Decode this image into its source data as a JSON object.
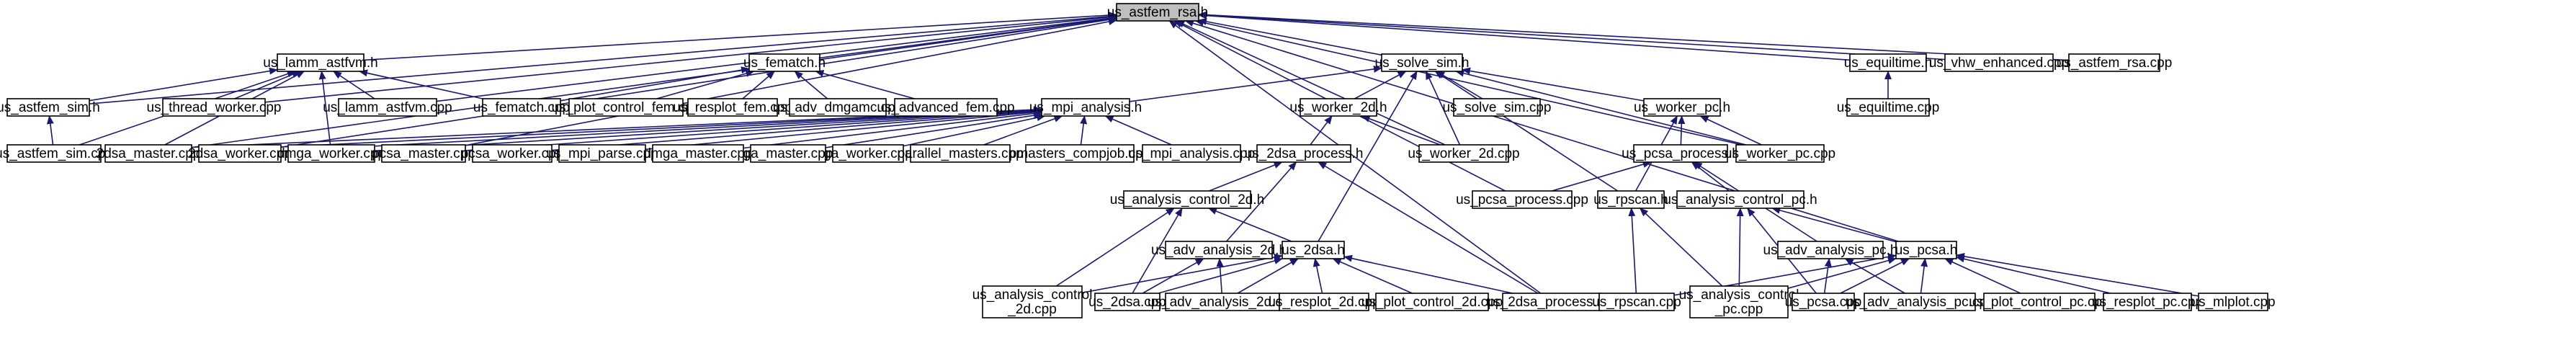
{
  "diagram": {
    "nodes": [
      {
        "id": "us_astfem_rsa_h",
        "lines": [
          "us_astfem_rsa.h"
        ],
        "root": true
      },
      {
        "id": "us_lamm_astfvm_h",
        "lines": [
          "us_lamm_astfvm.h"
        ]
      },
      {
        "id": "us_fematch_h",
        "lines": [
          "us_fematch.h"
        ]
      },
      {
        "id": "us_solve_sim_h",
        "lines": [
          "us_solve_sim.h"
        ]
      },
      {
        "id": "us_equiltime_h",
        "lines": [
          "us_equiltime.h"
        ]
      },
      {
        "id": "us_vhw_enhanced_cpp",
        "lines": [
          "us_vhw_enhanced.cpp"
        ]
      },
      {
        "id": "us_astfem_rsa_cpp",
        "lines": [
          "us_astfem_rsa.cpp"
        ]
      },
      {
        "id": "us_astfem_sim_h",
        "lines": [
          "us_astfem_sim.h"
        ]
      },
      {
        "id": "us_thread_worker_cpp",
        "lines": [
          "us_thread_worker.cpp"
        ]
      },
      {
        "id": "us_lamm_astfvm_cpp",
        "lines": [
          "us_lamm_astfvm.cpp"
        ]
      },
      {
        "id": "us_fematch_cpp",
        "lines": [
          "us_fematch.cpp"
        ]
      },
      {
        "id": "us_plot_control_fem_cpp",
        "lines": [
          "us_plot_control_fem.cpp"
        ]
      },
      {
        "id": "us_resplot_fem_cpp",
        "lines": [
          "us_resplot_fem.cpp"
        ]
      },
      {
        "id": "us_adv_dmgamc_cpp",
        "lines": [
          "us_adv_dmgamc.cpp"
        ]
      },
      {
        "id": "us_advanced_fem_cpp",
        "lines": [
          "us_advanced_fem.cpp"
        ]
      },
      {
        "id": "us_mpi_analysis_h",
        "lines": [
          "us_mpi_analysis.h"
        ]
      },
      {
        "id": "us_worker_2d_h",
        "lines": [
          "us_worker_2d.h"
        ]
      },
      {
        "id": "us_solve_sim_cpp",
        "lines": [
          "us_solve_sim.cpp"
        ]
      },
      {
        "id": "us_worker_pc_h",
        "lines": [
          "us_worker_pc.h"
        ]
      },
      {
        "id": "us_equiltime_cpp",
        "lines": [
          "us_equiltime.cpp"
        ]
      },
      {
        "id": "us_astfem_sim_cpp",
        "lines": [
          "us_astfem_sim.cpp"
        ]
      },
      {
        "id": "2dsa_master_cpp",
        "lines": [
          "2dsa_master.cpp"
        ]
      },
      {
        "id": "2dsa_worker_cpp",
        "lines": [
          "2dsa_worker.cpp"
        ]
      },
      {
        "id": "dmga_worker_cpp",
        "lines": [
          "dmga_worker.cpp"
        ]
      },
      {
        "id": "pcsa_master_cpp",
        "lines": [
          "pcsa_master.cpp"
        ]
      },
      {
        "id": "pcsa_worker_cpp",
        "lines": [
          "pcsa_worker.cpp"
        ]
      },
      {
        "id": "us_mpi_parse_cpp",
        "lines": [
          "us_mpi_parse.cpp"
        ]
      },
      {
        "id": "dmga_master_cpp",
        "lines": [
          "dmga_master.cpp"
        ]
      },
      {
        "id": "ga_master_cpp",
        "lines": [
          "ga_master.cpp"
        ]
      },
      {
        "id": "ga_worker_cpp",
        "lines": [
          "ga_worker.cpp"
        ]
      },
      {
        "id": "parallel_masters_cpp",
        "lines": [
          "parallel_masters.cpp"
        ]
      },
      {
        "id": "pmasters_compjob_cpp",
        "lines": [
          "pmasters_compjob.cpp"
        ]
      },
      {
        "id": "us_mpi_analysis_cpp",
        "lines": [
          "us_mpi_analysis.cpp"
        ]
      },
      {
        "id": "us_worker_2d_cpp",
        "lines": [
          "us_worker_2d.cpp"
        ]
      },
      {
        "id": "us_pcsa_process_h",
        "lines": [
          "us_pcsa_process.h"
        ]
      },
      {
        "id": "us_worker_pc_cpp",
        "lines": [
          "us_worker_pc.cpp"
        ]
      },
      {
        "id": "us_2dsa_process_h",
        "lines": [
          "us_2dsa_process.h"
        ]
      },
      {
        "id": "us_pcsa_process_cpp",
        "lines": [
          "us_pcsa_process.cpp"
        ]
      },
      {
        "id": "us_rpscan_h",
        "lines": [
          "us_rpscan.h"
        ]
      },
      {
        "id": "us_analysis_control_pc_h",
        "lines": [
          "us_analysis_control_pc.h"
        ]
      },
      {
        "id": "us_analysis_control_2d_h",
        "lines": [
          "us_analysis_control_2d.h"
        ]
      },
      {
        "id": "us_adv_analysis_2d_h",
        "lines": [
          "us_adv_analysis_2d.h"
        ]
      },
      {
        "id": "us_2dsa_h",
        "lines": [
          "us_2dsa.h"
        ]
      },
      {
        "id": "us_adv_analysis_pc_h",
        "lines": [
          "us_adv_analysis_pc.h"
        ]
      },
      {
        "id": "us_pcsa_h",
        "lines": [
          "us_pcsa.h"
        ]
      },
      {
        "id": "us_analysis_control_2d_cpp",
        "lines": [
          "us_analysis_control",
          "_2d.cpp"
        ]
      },
      {
        "id": "us_2dsa_cpp",
        "lines": [
          "us_2dsa.cpp"
        ]
      },
      {
        "id": "us_adv_analysis_2d_cpp",
        "lines": [
          "us_adv_analysis_2d.cpp"
        ]
      },
      {
        "id": "us_resplot_2d_cpp",
        "lines": [
          "us_resplot_2d.cpp"
        ]
      },
      {
        "id": "us_plot_control_2d_cpp",
        "lines": [
          "us_plot_control_2d.cpp"
        ]
      },
      {
        "id": "us_2dsa_process_cpp",
        "lines": [
          "us_2dsa_process.cpp"
        ]
      },
      {
        "id": "us_rpscan_cpp",
        "lines": [
          "us_rpscan.cpp"
        ]
      },
      {
        "id": "us_analysis_control_pc_cpp",
        "lines": [
          "us_analysis_control",
          "_pc.cpp"
        ]
      },
      {
        "id": "us_pcsa_cpp",
        "lines": [
          "us_pcsa.cpp"
        ]
      },
      {
        "id": "us_adv_analysis_pc_cpp",
        "lines": [
          "us_adv_analysis_pc.cpp"
        ]
      },
      {
        "id": "us_plot_control_pc_cpp",
        "lines": [
          "us_plot_control_pc.cpp"
        ]
      },
      {
        "id": "us_resplot_pc_cpp",
        "lines": [
          "us_resplot_pc.cpp"
        ]
      },
      {
        "id": "us_mlplot_cpp",
        "lines": [
          "us_mlplot.cpp"
        ]
      }
    ],
    "edges": [
      {
        "from": "us_lamm_astfvm_h",
        "to": "us_astfem_rsa_h"
      },
      {
        "from": "us_fematch_h",
        "to": "us_astfem_rsa_h"
      },
      {
        "from": "us_solve_sim_h",
        "to": "us_astfem_rsa_h"
      },
      {
        "from": "us_equiltime_h",
        "to": "us_astfem_rsa_h"
      },
      {
        "from": "us_vhw_enhanced_cpp",
        "to": "us_astfem_rsa_h"
      },
      {
        "from": "us_astfem_rsa_cpp",
        "to": "us_astfem_rsa_h"
      },
      {
        "from": "us_astfem_sim_h",
        "to": "us_astfem_rsa_h"
      },
      {
        "from": "us_thread_worker_cpp",
        "to": "us_astfem_rsa_h"
      },
      {
        "from": "us_lamm_astfvm_cpp",
        "to": "us_astfem_rsa_h"
      },
      {
        "from": "2dsa_master_cpp",
        "to": "us_astfem_rsa_h"
      },
      {
        "from": "2dsa_worker_cpp",
        "to": "us_astfem_rsa_h"
      },
      {
        "from": "pcsa_master_cpp",
        "to": "us_astfem_rsa_h"
      },
      {
        "from": "us_worker_2d_cpp",
        "to": "us_astfem_rsa_h"
      },
      {
        "from": "us_worker_pc_cpp",
        "to": "us_astfem_rsa_h"
      },
      {
        "from": "us_pcsa_process_cpp",
        "to": "us_astfem_rsa_h"
      },
      {
        "from": "us_2dsa_process_cpp",
        "to": "us_astfem_rsa_h"
      },
      {
        "from": "us_pcsa_h",
        "to": "us_astfem_rsa_h"
      },
      {
        "from": "us_astfem_sim_h",
        "to": "us_lamm_astfvm_h"
      },
      {
        "from": "us_thread_worker_cpp",
        "to": "us_lamm_astfvm_h"
      },
      {
        "from": "us_lamm_astfvm_cpp",
        "to": "us_lamm_astfvm_h"
      },
      {
        "from": "us_fematch_cpp",
        "to": "us_lamm_astfvm_h"
      },
      {
        "from": "us_astfem_sim_cpp",
        "to": "us_lamm_astfvm_h"
      },
      {
        "from": "2dsa_master_cpp",
        "to": "us_lamm_astfvm_h"
      },
      {
        "from": "dmga_worker_cpp",
        "to": "us_lamm_astfvm_h"
      },
      {
        "from": "us_fematch_cpp",
        "to": "us_fematch_h"
      },
      {
        "from": "us_plot_control_fem_cpp",
        "to": "us_fematch_h"
      },
      {
        "from": "us_resplot_fem_cpp",
        "to": "us_fematch_h"
      },
      {
        "from": "us_adv_dmgamc_cpp",
        "to": "us_fematch_h"
      },
      {
        "from": "us_advanced_fem_cpp",
        "to": "us_fematch_h"
      },
      {
        "from": "us_mpi_analysis_h",
        "to": "us_solve_sim_h"
      },
      {
        "from": "us_worker_2d_h",
        "to": "us_solve_sim_h"
      },
      {
        "from": "us_solve_sim_cpp",
        "to": "us_solve_sim_h"
      },
      {
        "from": "us_worker_pc_h",
        "to": "us_solve_sim_h"
      },
      {
        "from": "us_worker_2d_cpp",
        "to": "us_solve_sim_h"
      },
      {
        "from": "us_worker_pc_cpp",
        "to": "us_solve_sim_h"
      },
      {
        "from": "us_rpscan_h",
        "to": "us_solve_sim_h"
      },
      {
        "from": "us_2dsa_h",
        "to": "us_solve_sim_h"
      },
      {
        "from": "us_equiltime_cpp",
        "to": "us_equiltime_h"
      },
      {
        "from": "us_astfem_sim_cpp",
        "to": "us_astfem_sim_h"
      },
      {
        "from": "us_astfem_sim_cpp",
        "to": "us_mpi_analysis_h"
      },
      {
        "from": "2dsa_master_cpp",
        "to": "us_mpi_analysis_h"
      },
      {
        "from": "2dsa_worker_cpp",
        "to": "us_mpi_analysis_h"
      },
      {
        "from": "dmga_worker_cpp",
        "to": "us_mpi_analysis_h"
      },
      {
        "from": "pcsa_master_cpp",
        "to": "us_mpi_analysis_h"
      },
      {
        "from": "pcsa_worker_cpp",
        "to": "us_mpi_analysis_h"
      },
      {
        "from": "us_mpi_parse_cpp",
        "to": "us_mpi_analysis_h"
      },
      {
        "from": "dmga_master_cpp",
        "to": "us_mpi_analysis_h"
      },
      {
        "from": "ga_master_cpp",
        "to": "us_mpi_analysis_h"
      },
      {
        "from": "ga_worker_cpp",
        "to": "us_mpi_analysis_h"
      },
      {
        "from": "parallel_masters_cpp",
        "to": "us_mpi_analysis_h"
      },
      {
        "from": "pmasters_compjob_cpp",
        "to": "us_mpi_analysis_h"
      },
      {
        "from": "us_mpi_analysis_cpp",
        "to": "us_mpi_analysis_h"
      },
      {
        "from": "us_2dsa_process_h",
        "to": "us_worker_2d_h"
      },
      {
        "from": "us_worker_2d_cpp",
        "to": "us_worker_2d_h"
      },
      {
        "from": "us_pcsa_process_h",
        "to": "us_worker_pc_h"
      },
      {
        "from": "us_worker_pc_cpp",
        "to": "us_worker_pc_h"
      },
      {
        "from": "us_rpscan_h",
        "to": "us_worker_pc_h"
      },
      {
        "from": "us_pcsa_process_cpp",
        "to": "us_pcsa_process_h"
      },
      {
        "from": "us_analysis_control_pc_h",
        "to": "us_pcsa_process_h"
      },
      {
        "from": "us_adv_analysis_pc_h",
        "to": "us_pcsa_process_h"
      },
      {
        "from": "us_analysis_control_2d_h",
        "to": "us_2dsa_process_h"
      },
      {
        "from": "us_adv_analysis_2d_h",
        "to": "us_2dsa_process_h"
      },
      {
        "from": "us_2dsa_process_cpp",
        "to": "us_2dsa_process_h"
      },
      {
        "from": "us_rpscan_cpp",
        "to": "us_rpscan_h"
      },
      {
        "from": "us_analysis_control_pc_cpp",
        "to": "us_rpscan_h"
      },
      {
        "from": "us_analysis_control_pc_cpp",
        "to": "us_analysis_control_pc_h"
      },
      {
        "from": "us_pcsa_cpp",
        "to": "us_analysis_control_pc_h"
      },
      {
        "from": "us_pcsa_h",
        "to": "us_analysis_control_pc_h"
      },
      {
        "from": "us_analysis_control_2d_cpp",
        "to": "us_analysis_control_2d_h"
      },
      {
        "from": "us_2dsa_cpp",
        "to": "us_analysis_control_2d_h"
      },
      {
        "from": "us_2dsa_h",
        "to": "us_analysis_control_2d_h"
      },
      {
        "from": "us_2dsa_cpp",
        "to": "us_adv_analysis_2d_h"
      },
      {
        "from": "us_adv_analysis_2d_cpp",
        "to": "us_adv_analysis_2d_h"
      },
      {
        "from": "us_analysis_control_2d_cpp",
        "to": "us_2dsa_h"
      },
      {
        "from": "us_2dsa_cpp",
        "to": "us_2dsa_h"
      },
      {
        "from": "us_adv_analysis_2d_cpp",
        "to": "us_2dsa_h"
      },
      {
        "from": "us_resplot_2d_cpp",
        "to": "us_2dsa_h"
      },
      {
        "from": "us_plot_control_2d_cpp",
        "to": "us_2dsa_h"
      },
      {
        "from": "us_2dsa_process_cpp",
        "to": "us_2dsa_h"
      },
      {
        "from": "us_pcsa_cpp",
        "to": "us_adv_analysis_pc_h"
      },
      {
        "from": "us_adv_analysis_pc_cpp",
        "to": "us_adv_analysis_pc_h"
      },
      {
        "from": "us_rpscan_cpp",
        "to": "us_pcsa_h"
      },
      {
        "from": "us_analysis_control_pc_cpp",
        "to": "us_pcsa_h"
      },
      {
        "from": "us_pcsa_cpp",
        "to": "us_pcsa_h"
      },
      {
        "from": "us_adv_analysis_pc_cpp",
        "to": "us_pcsa_h"
      },
      {
        "from": "us_plot_control_pc_cpp",
        "to": "us_pcsa_h"
      },
      {
        "from": "us_resplot_pc_cpp",
        "to": "us_pcsa_h"
      },
      {
        "from": "us_mlplot_cpp",
        "to": "us_pcsa_h"
      }
    ]
  }
}
